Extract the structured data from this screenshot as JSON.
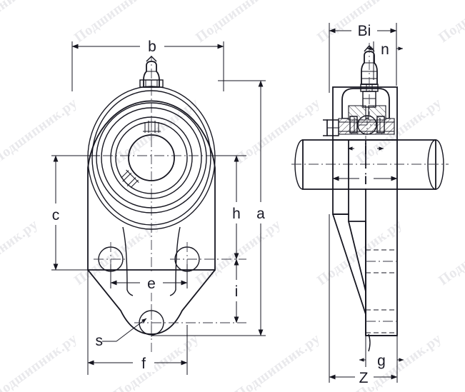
{
  "document": {
    "type": "engineering-drawing",
    "subject": "Three-bolt flange bearing unit (UCFB type) dimension diagram",
    "background_color": "#ffffff",
    "line_color": "#161620"
  },
  "watermark": {
    "text": "Подшипник.ру",
    "color": "#e9e9ec",
    "rotation_deg": -36,
    "repeats": 18
  },
  "views": {
    "front": {
      "name": "front-view",
      "description": "Front view of three-bolt flange housing with concentric bearing rings, grease nipple on top, two upper bolt holes and one lower bolt hole"
    },
    "side": {
      "name": "side-section-view",
      "description": "Side sectional view showing shaft, insert bearing with set screws, grease nipple and mounting flange leg"
    }
  },
  "dimensions": {
    "front": [
      {
        "id": "b",
        "label": "b",
        "orientation": "horizontal",
        "position": "top"
      },
      {
        "id": "a",
        "label": "a",
        "orientation": "vertical",
        "position": "right-outer"
      },
      {
        "id": "h",
        "label": "h",
        "orientation": "vertical",
        "position": "right-inner"
      },
      {
        "id": "c",
        "label": "c",
        "orientation": "vertical",
        "position": "left"
      },
      {
        "id": "i",
        "label": "i",
        "orientation": "vertical",
        "position": "right-inner-lower"
      },
      {
        "id": "e",
        "label": "e",
        "orientation": "horizontal",
        "position": "bolt-hole-spacing"
      },
      {
        "id": "f",
        "label": "f",
        "orientation": "horizontal",
        "position": "bottom"
      },
      {
        "id": "s",
        "label": "s",
        "orientation": "leader",
        "position": "lower-bolt-hole"
      }
    ],
    "side": [
      {
        "id": "Bi",
        "label": "Bi",
        "orientation": "horizontal",
        "position": "top-outer"
      },
      {
        "id": "n",
        "label": "n",
        "orientation": "horizontal",
        "position": "top-inner"
      },
      {
        "id": "i1",
        "label": "i",
        "orientation": "horizontal",
        "position": "middle-upper"
      },
      {
        "id": "i2",
        "label": "i",
        "orientation": "horizontal",
        "position": "middle-lower"
      },
      {
        "id": "g",
        "label": "g",
        "orientation": "horizontal",
        "position": "bottom-inner"
      },
      {
        "id": "Z",
        "label": "Z",
        "orientation": "horizontal",
        "position": "bottom-outer"
      }
    ]
  }
}
